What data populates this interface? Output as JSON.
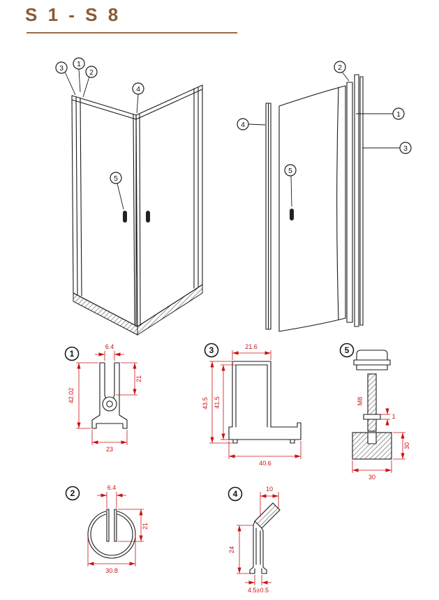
{
  "title": "S 1 - S 8",
  "colors": {
    "accent_brown": "#8a5a33",
    "dimension_red": "#cc1111",
    "drawing_line": "#1a1a1a"
  },
  "callouts": {
    "n1": "1",
    "n2": "2",
    "n3": "3",
    "n4": "4",
    "n5": "5"
  },
  "profiles": {
    "p1": {
      "label": "1",
      "dim_top": "6.4",
      "dim_right": "21",
      "dim_left": "42.02",
      "dim_bottom": "23"
    },
    "p2": {
      "label": "2",
      "dim_top": "6.4",
      "dim_right": "21",
      "dim_bottom": "30.8"
    },
    "p3": {
      "label": "3",
      "dim_top": "21.6",
      "dim_left_outer": "43.5",
      "dim_left_inner": "41.5",
      "dim_bottom": "40.6"
    },
    "p4": {
      "label": "4",
      "dim_top": "10",
      "dim_left": "24",
      "dim_bottom": "4.5±0.5"
    },
    "p5": {
      "label": "5",
      "dim_thread": "M8",
      "dim_washer": "1",
      "dim_right": "30",
      "dim_bottom": "30"
    }
  }
}
